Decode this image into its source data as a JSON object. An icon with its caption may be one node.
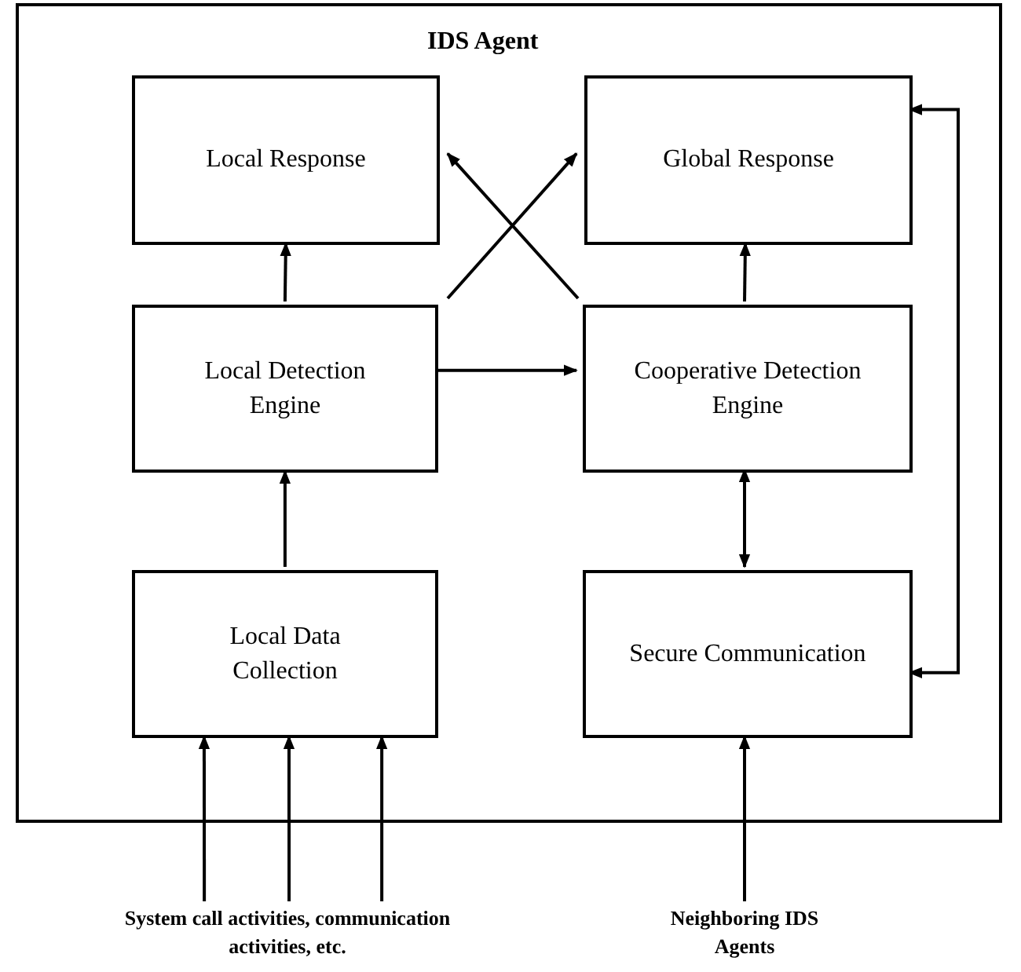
{
  "diagram": {
    "nodes": [
      {
        "text": [
          "IDS Agent"
        ]
      },
      {
        "text": [
          "Local Response"
        ],
        "in": 0
      },
      {
        "text": [
          "Global Response"
        ],
        "in": 0
      },
      {
        "text": [
          "Local Detection Engine"
        ],
        "in": 0
      },
      {
        "text": [
          "Cooperative Detection Engine"
        ],
        "in": 0
      },
      {
        "text": [
          "Local Data Collection"
        ],
        "in": 0
      },
      {
        "text": [
          "Secure Communication"
        ],
        "in": 0
      },
      {
        "text": [
          "System call activities, communication activities, etc."
        ]
      },
      {
        "text": [
          "Neighboring IDS Agents"
        ]
      }
    ],
    "edges": [
      {
        "from": 3,
        "to": 1,
        "arrow": "to"
      },
      {
        "from": 3,
        "to": 2,
        "arrow": "to"
      },
      {
        "from": 4,
        "to": 1,
        "arrow": "to"
      },
      {
        "from": 4,
        "to": 2,
        "arrow": "to"
      },
      {
        "from": 3,
        "to": 4,
        "arrow": "to"
      },
      {
        "from": 5,
        "to": 3,
        "arrow": "to"
      },
      {
        "from": 4,
        "to": 6,
        "arrow": "both"
      },
      {
        "from": 2,
        "to": 6,
        "arrow": "both"
      },
      {
        "from": 7,
        "to": 5,
        "arrow": "to"
      },
      {
        "from": 7,
        "to": 5,
        "arrow": "to"
      },
      {
        "from": 7,
        "to": 5,
        "arrow": "to"
      },
      {
        "from": 8,
        "to": 6,
        "arrow": "to"
      }
    ]
  }
}
